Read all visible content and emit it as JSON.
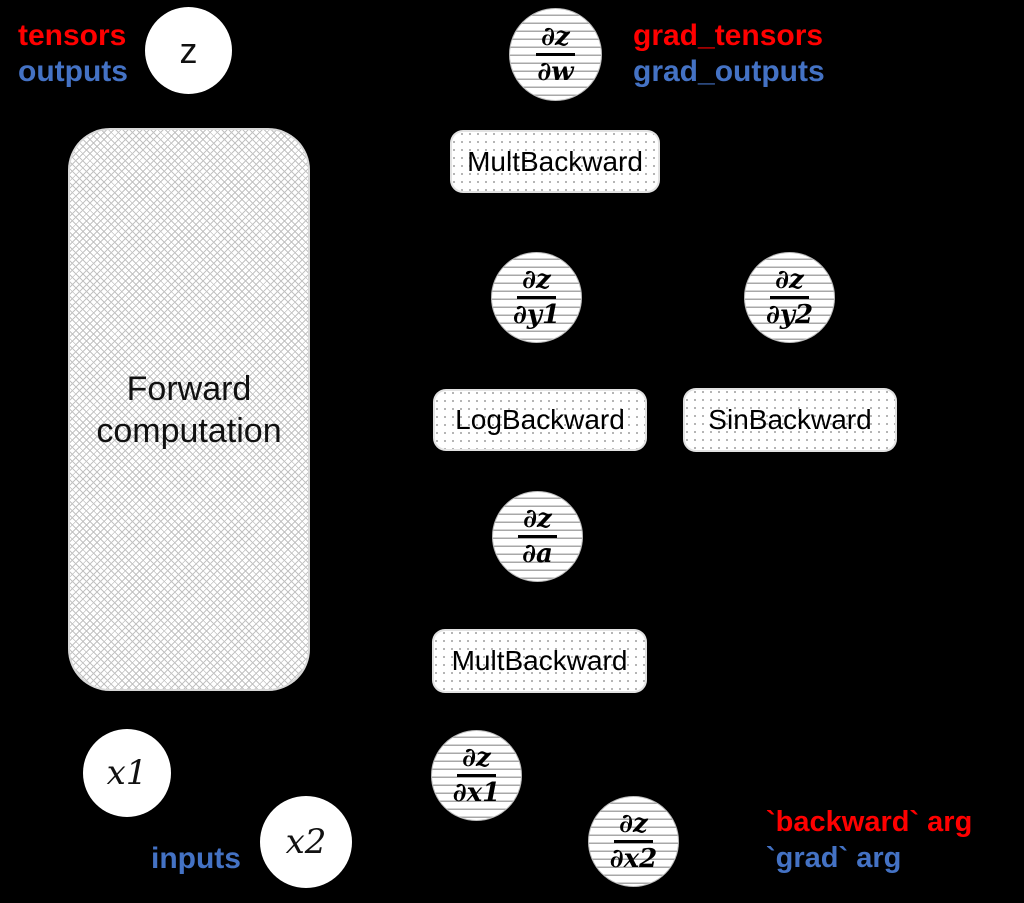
{
  "legend": {
    "tensors": "tensors",
    "outputs": "outputs",
    "grad_tensors": "grad_tensors",
    "grad_outputs": "grad_outputs",
    "inputs": "inputs",
    "backward_arg": "`backward` arg",
    "grad_arg": "`grad` arg"
  },
  "forward_box": {
    "line1": "Forward",
    "line2": "computation"
  },
  "tensor_nodes": {
    "z": "z",
    "x1": "x1",
    "x2": "x2"
  },
  "grad_nodes": {
    "w": {
      "num": "∂z",
      "den": "∂w"
    },
    "y1": {
      "num": "∂z",
      "den": "∂y1"
    },
    "y2": {
      "num": "∂z",
      "den": "∂y2"
    },
    "a": {
      "num": "∂z",
      "den": "∂a"
    },
    "x1": {
      "num": "∂z",
      "den": "∂x1"
    },
    "x2": {
      "num": "∂z",
      "den": "∂x2"
    }
  },
  "backward_boxes": {
    "mult_top": "MultBackward",
    "log": "LogBackward",
    "sin": "SinBackward",
    "mult_bottom": "MultBackward"
  },
  "colors": {
    "red": "#ff0000",
    "blue": "#4472c4",
    "background": "#000000"
  }
}
